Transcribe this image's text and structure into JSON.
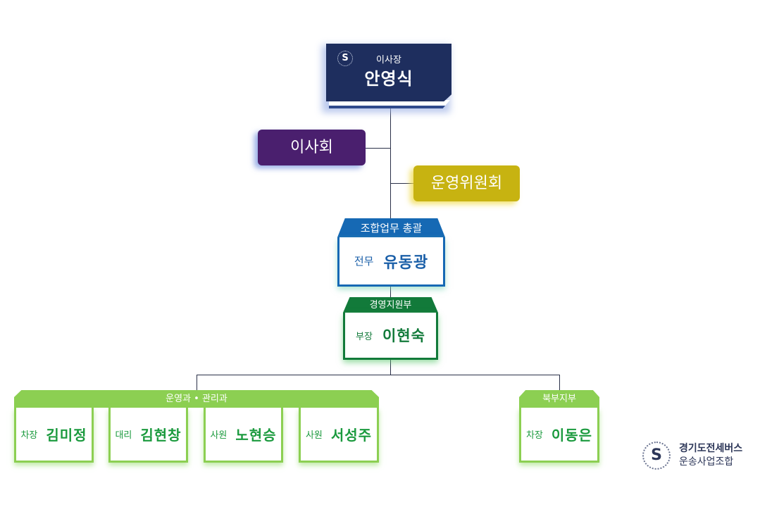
{
  "chart": {
    "chairman": {
      "title": "이사장",
      "name": "안영식",
      "logo_icon": "union-logo-icon"
    },
    "board": {
      "label": "이사회"
    },
    "operating_committee": {
      "label": "운영위원회"
    },
    "executive": {
      "header": "조합업무 총괄",
      "role": "전무",
      "name": "유동광"
    },
    "management_support": {
      "header": "경영지원부",
      "role": "부장",
      "name": "이현숙"
    },
    "sections_group": {
      "header": "운영과 • 관리과",
      "members": [
        {
          "role": "차장",
          "name": "김미정"
        },
        {
          "role": "대리",
          "name": "김현창"
        },
        {
          "role": "사원",
          "name": "노현승"
        },
        {
          "role": "사원",
          "name": "서성주"
        }
      ]
    },
    "north_branch": {
      "header": "북부지부",
      "role": "차장",
      "name": "이동은"
    }
  },
  "footer": {
    "org_line1": "경기도전세버스",
    "org_line2": "운송사업조합",
    "logo_icon": "union-logo-icon"
  },
  "colors": {
    "chairman": "#1e2e5e",
    "board": "#4a1f6e",
    "operating_committee": "#c7b311",
    "executive": "#1669b4",
    "management_support": "#127a3a",
    "team": "#8ccf52"
  }
}
